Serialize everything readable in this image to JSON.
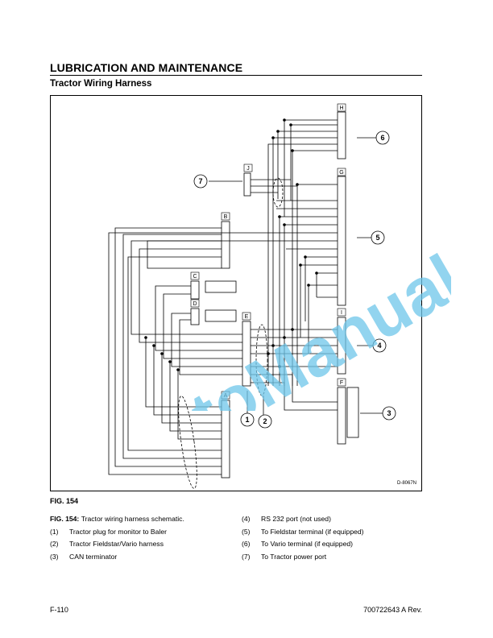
{
  "header": {
    "section_title": "LUBRICATION AND MAINTENANCE",
    "subsection_title": "Tractor Wiring Harness"
  },
  "figure": {
    "code": "D-8067N",
    "connectors": {
      "H": "H",
      "J": "J",
      "G": "G",
      "B": "B",
      "C": "C",
      "D": "D",
      "E": "E",
      "I": "I",
      "F": "F",
      "A": "A"
    },
    "callouts": {
      "c1": "1",
      "c2": "2",
      "c3": "3",
      "c4": "4",
      "c5": "5",
      "c6": "6",
      "c7": "7"
    },
    "label": "FIG. 154"
  },
  "caption": {
    "fig_ref": "FIG. 154:",
    "fig_text": "Tractor wiring harness schematic.",
    "items_left": [
      {
        "num": "(1)",
        "text": "Tractor plug for monitor to Baler"
      },
      {
        "num": "(2)",
        "text": "Tractor Fieldstar/Vario harness"
      },
      {
        "num": "(3)",
        "text": "CAN terminator"
      }
    ],
    "items_right": [
      {
        "num": "(4)",
        "text": "RS 232 port (not used)"
      },
      {
        "num": "(5)",
        "text": "To Fieldstar terminal (if equipped)"
      },
      {
        "num": "(6)",
        "text": "To Vario terminal (if equipped)"
      },
      {
        "num": "(7)",
        "text": "To Tractor power port"
      }
    ]
  },
  "footer": {
    "page": "F-110",
    "doc_number": "700722643 A Rev."
  },
  "watermark": {
    "text": "AutoManual",
    "color": "#6ec6ea"
  }
}
